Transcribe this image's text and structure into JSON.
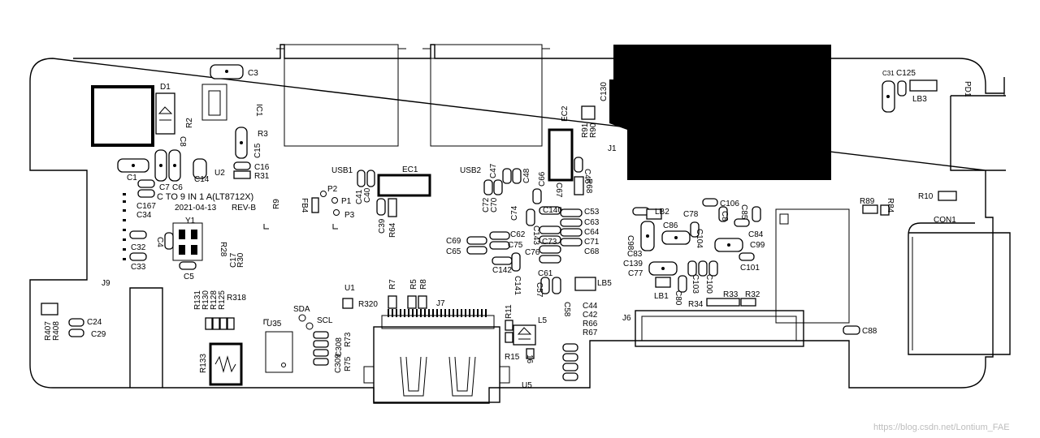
{
  "board": {
    "silkscreen_title": "C TO 9 IN 1 A(LT8712X)",
    "date": "2021-04-13",
    "revision": "REV-B",
    "watermark": "https://blog.csdn.net/Lontium_FAE"
  },
  "connectors": [
    {
      "ref": "USB1"
    },
    {
      "ref": "USB2"
    },
    {
      "ref": "J1"
    },
    {
      "ref": "J6"
    },
    {
      "ref": "J7"
    },
    {
      "ref": "J9"
    },
    {
      "ref": "CON1"
    },
    {
      "ref": "PD1"
    }
  ],
  "component_labels": {
    "D1": "D1",
    "C3": "C3",
    "IC1": "IC1",
    "C8": "C8",
    "R2": "R2",
    "C14": "C14",
    "U2": "U2",
    "R3": "R3",
    "C15": "C15",
    "C16": "C16",
    "R31": "R31",
    "C1": "C1",
    "C7": "C7",
    "C6": "C6",
    "C167": "C167",
    "C34": "C34",
    "R9": "R9",
    "Y1": "Y1",
    "C4": "C4",
    "R28": "R28",
    "C17": "C17",
    "R30": "R30",
    "C32": "C32",
    "C33": "C33",
    "C5": "C5",
    "R318": "R318",
    "R131": "R131",
    "R130": "R130",
    "R128": "R128",
    "R125": "R125",
    "R133": "R133",
    "R407": "R407",
    "R408": "R408",
    "C24": "C24",
    "C29": "C29",
    "U35": "U35",
    "SDA": "SDA",
    "SCL": "SCL",
    "C308": "C308",
    "C309": "C309",
    "R73": "R73",
    "R75": "R75",
    "U1": "U1",
    "R320": "R320",
    "R7": "R7",
    "R5": "R5",
    "R8": "R8",
    "EC1": "EC1",
    "C40": "C40",
    "C41": "C41",
    "P2": "P2",
    "P1": "P1",
    "P3": "P3",
    "FB4": "FB4",
    "C39": "C39",
    "R64": "R64",
    "EC2": "EC2",
    "R91": "R91",
    "R90": "R90",
    "C130": "C130",
    "C47": "C47",
    "C48": "C48",
    "C70": "C70",
    "C72": "C72",
    "C66": "C66",
    "C67": "C67",
    "C46": "C46",
    "R68": "R68",
    "C74": "C74",
    "C140": "C140",
    "C53": "C53",
    "C63": "C63",
    "C64": "C64",
    "C71": "C71",
    "C68": "C68",
    "C62": "C62",
    "C143": "C143",
    "C73": "C73",
    "C75": "C75",
    "C76": "C76",
    "C69": "C69",
    "C65": "C65",
    "C142": "C142",
    "C141": "C141",
    "C61": "C61",
    "C57": "C57",
    "C58": "C58",
    "LB5": "LB5",
    "L5": "L5",
    "R11": "R11",
    "R15": "R15",
    "R16": "16",
    "U5": "U5",
    "C44": "C44",
    "C42": "C42",
    "R66": "R66",
    "R67": "R67",
    "LB2": "LB2",
    "C78": "C78",
    "C106": "C106",
    "C98": "C98",
    "C86": "C86",
    "C104": "C104",
    "C8x": "C8",
    "C85": "C85",
    "C84": "C84",
    "C99": "C99",
    "C83": "C83",
    "C139": "C139",
    "C77": "C77",
    "C101": "C101",
    "C100": "C100",
    "C103": "C103",
    "C80": "C80",
    "LB1": "LB1",
    "R34": "R34",
    "R33": "R33",
    "R32": "R32",
    "C88": "C88",
    "C31": "C31",
    "C125": "C125",
    "LB3": "LB3",
    "R89": "R89",
    "R84": "R84",
    "R10": "R10"
  }
}
